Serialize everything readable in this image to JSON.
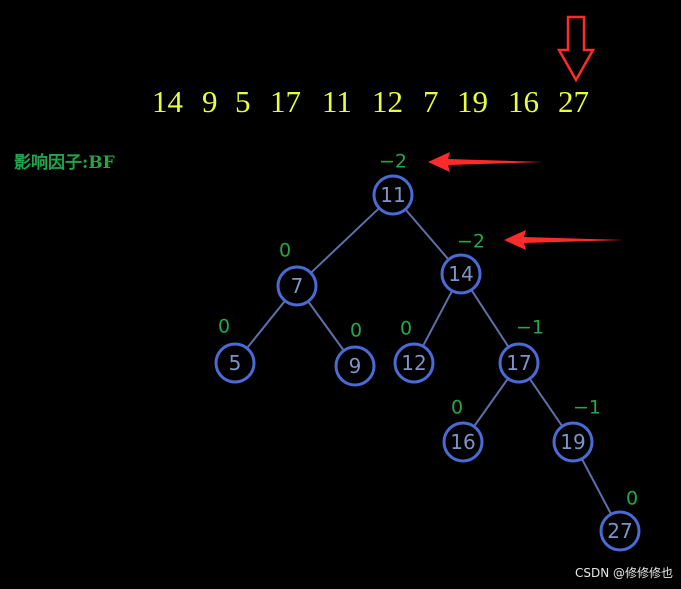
{
  "sequence": [
    "14",
    "9",
    "5",
    "17",
    "11",
    "12",
    "7",
    "19",
    "16",
    "27"
  ],
  "legend_label": "影响因子:BF",
  "watermark": "CSDN @修修修也",
  "nodes": [
    {
      "id": "n11",
      "label": "11",
      "bf": "−2"
    },
    {
      "id": "n7",
      "label": "7",
      "bf": "0"
    },
    {
      "id": "n14",
      "label": "14",
      "bf": "−2"
    },
    {
      "id": "n5",
      "label": "5",
      "bf": "0"
    },
    {
      "id": "n9",
      "label": "9",
      "bf": "0"
    },
    {
      "id": "n12",
      "label": "12",
      "bf": "0"
    },
    {
      "id": "n17",
      "label": "17",
      "bf": "−1"
    },
    {
      "id": "n16",
      "label": "16",
      "bf": "0"
    },
    {
      "id": "n19",
      "label": "19",
      "bf": "−1"
    },
    {
      "id": "n27",
      "label": "27",
      "bf": "0"
    }
  ],
  "edges": [
    [
      "n11",
      "n7"
    ],
    [
      "n11",
      "n14"
    ],
    [
      "n7",
      "n5"
    ],
    [
      "n7",
      "n9"
    ],
    [
      "n14",
      "n12"
    ],
    [
      "n14",
      "n17"
    ],
    [
      "n17",
      "n16"
    ],
    [
      "n17",
      "n19"
    ],
    [
      "n19",
      "n27"
    ]
  ],
  "colors": {
    "background": "#000000",
    "sequence_text": "#e8ff3a",
    "balance_factor": "#22a84a",
    "node_stroke": "#4a6ad4",
    "node_text": "#7f93c8",
    "edge": "#5f6fa8",
    "arrow": "#ff2b2b"
  }
}
